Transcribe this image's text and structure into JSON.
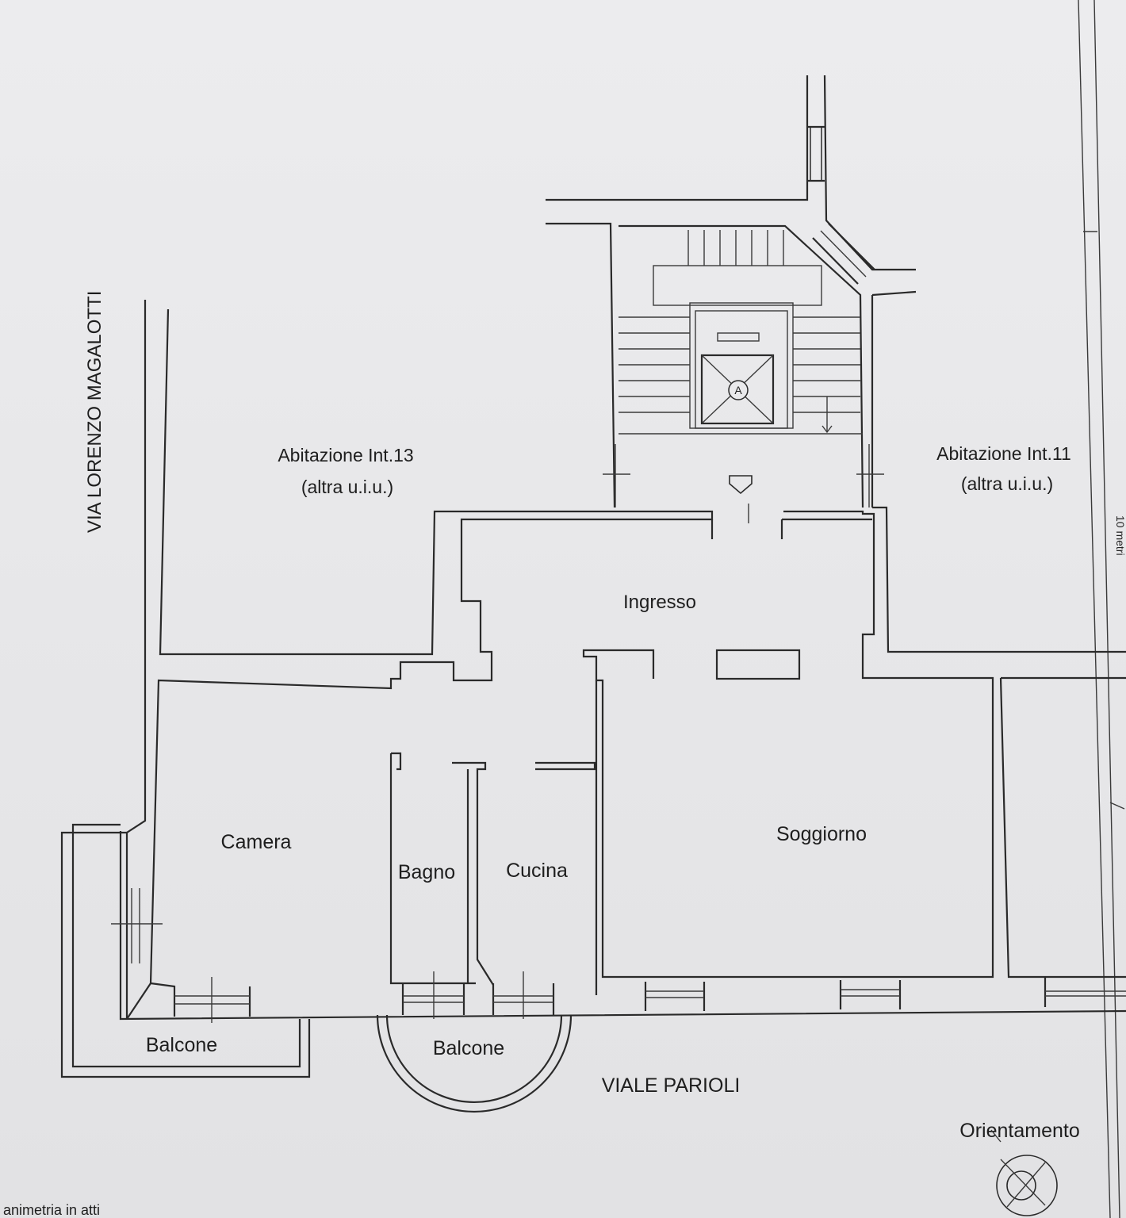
{
  "street_left": "VIA LORENZO MAGALOTTI",
  "street_bottom": "VIALE PARIOLI",
  "neighbors": {
    "left_name": "Abitazione Int.13",
    "left_note": "(altra u.i.u.)",
    "right_name": "Abitazione Int.11",
    "right_note": "(altra u.i.u.)"
  },
  "rooms": {
    "ingresso": "Ingresso",
    "camera": "Camera",
    "bagno": "Bagno",
    "cucina": "Cucina",
    "soggiorno": "Soggiorno",
    "balcone_left": "Balcone",
    "balcone_round": "Balcone"
  },
  "elevator_symbol": "A",
  "orientation_label": "Orientamento",
  "footer_text": "animetria in atti",
  "margin_note": "10 metri"
}
